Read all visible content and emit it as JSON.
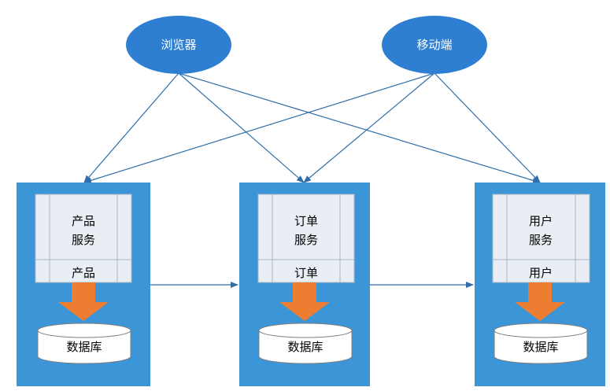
{
  "clients": [
    {
      "id": "browser",
      "label": "浏览器"
    },
    {
      "id": "mobile",
      "label": "移动端"
    }
  ],
  "services": [
    {
      "id": "product",
      "line1": "产品",
      "line2": "服务",
      "module": "产品",
      "db": "数据库"
    },
    {
      "id": "order",
      "line1": "订单",
      "line2": "服务",
      "module": "订单",
      "db": "数据库"
    },
    {
      "id": "user",
      "line1": "用户",
      "line2": "服务",
      "module": "用户",
      "db": "数据库"
    }
  ],
  "colors": {
    "ellipse": "#2e7fd1",
    "container": "#3b95d6",
    "panel": "#e9eef5",
    "panel_border": "#aab7c8",
    "arrow_down": "#ed7d31",
    "connector": "#2f6ea8",
    "db_fill": "#ffffff",
    "db_stroke": "#7f7f7f"
  }
}
